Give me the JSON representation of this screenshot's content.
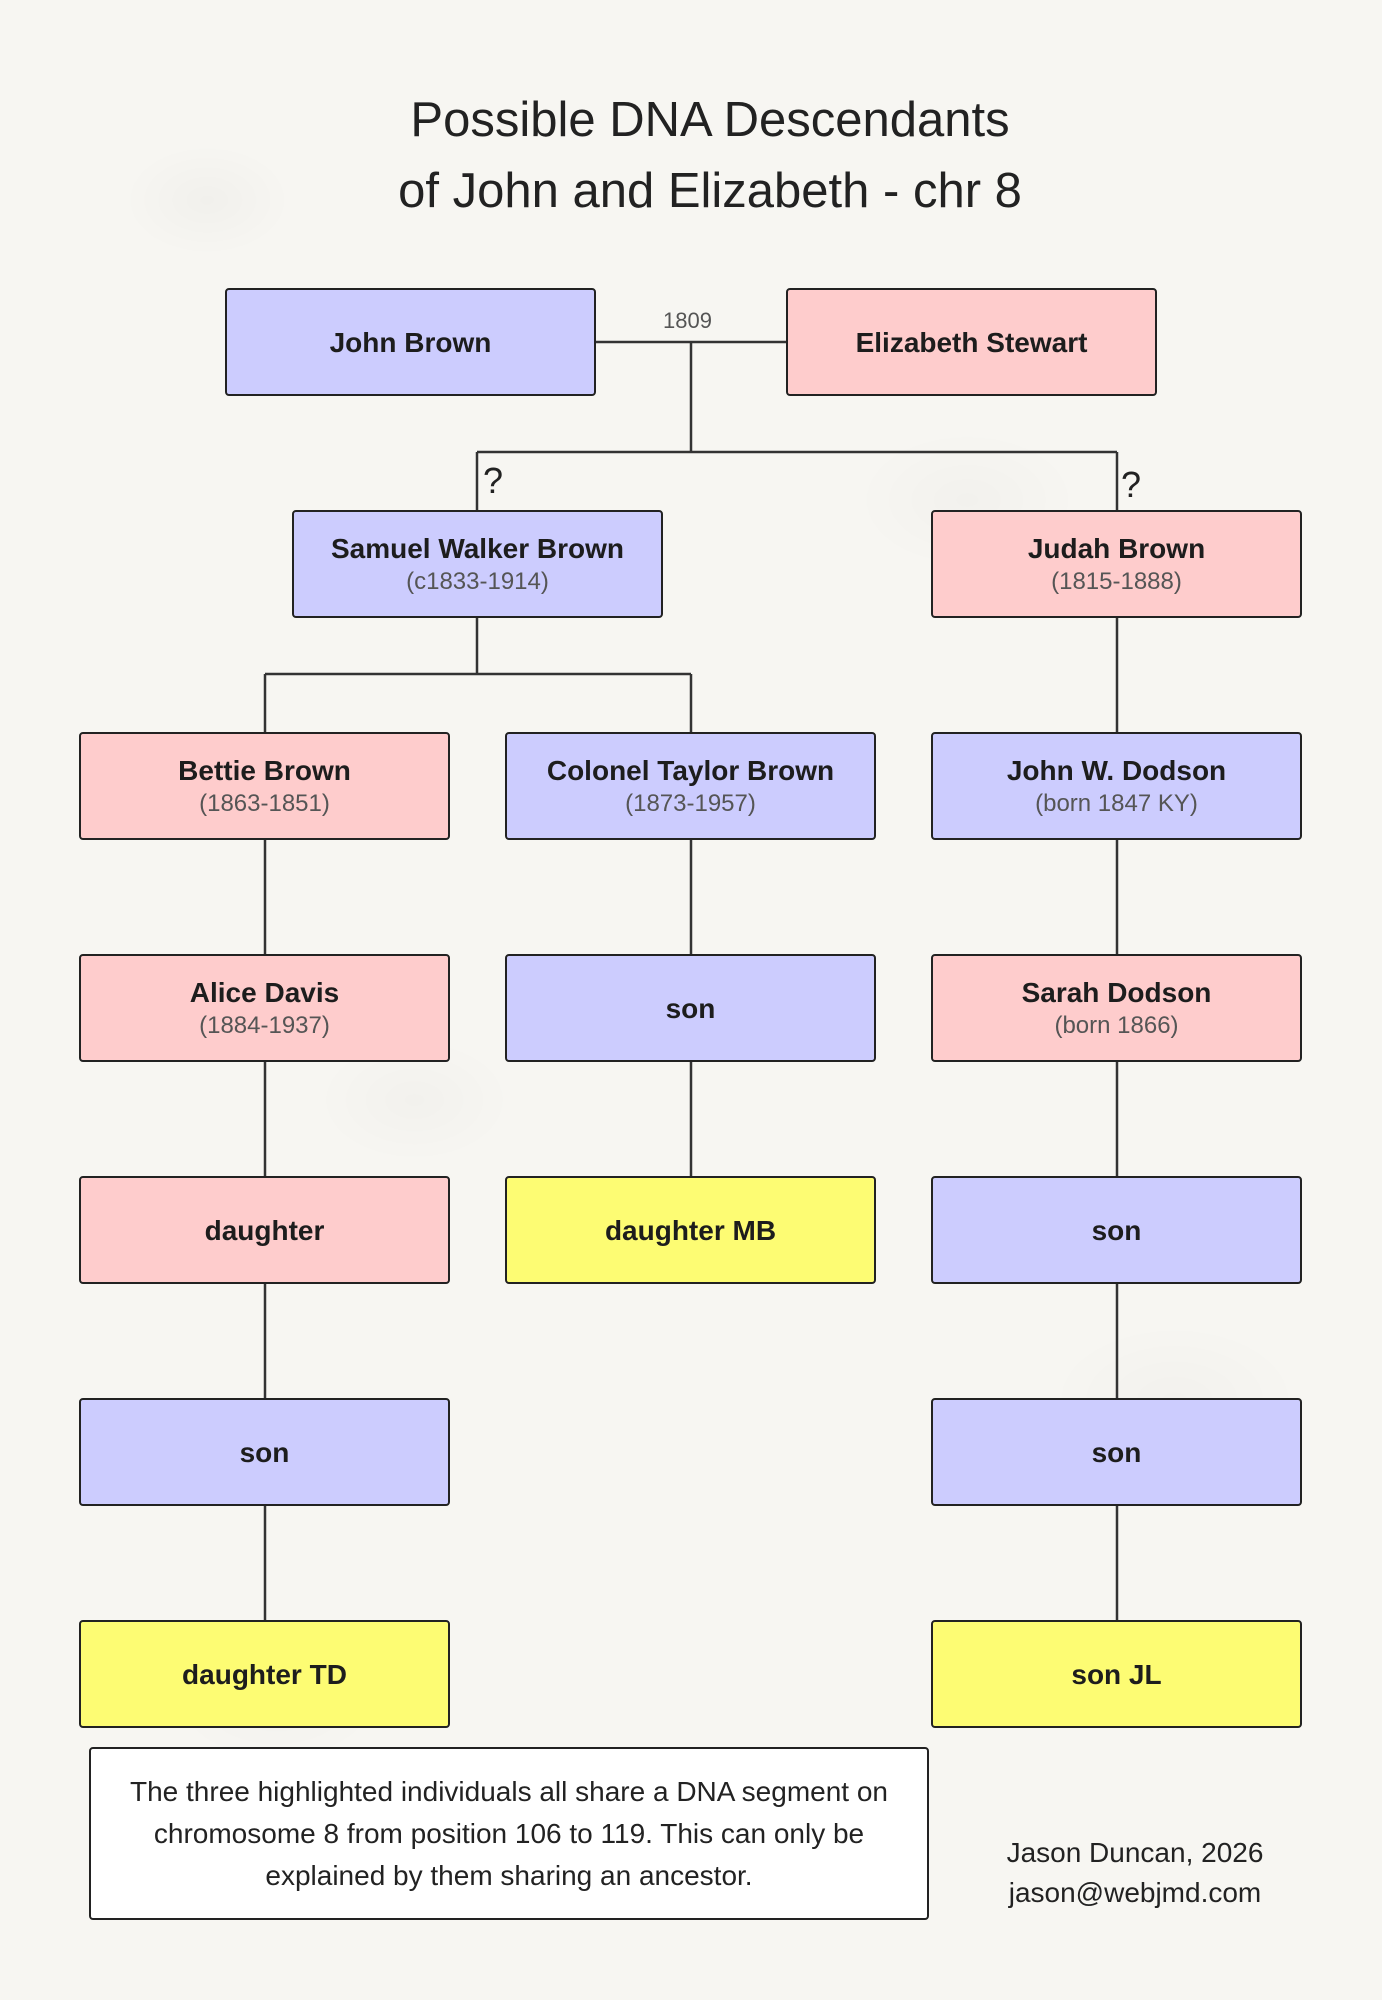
{
  "title": {
    "line1": "Possible DNA Descendants",
    "line2": "of John and Elizabeth - chr 8"
  },
  "colors": {
    "male": "#ccccfe",
    "female": "#fecccc",
    "highlight": "#fdfc73",
    "line": "#333333"
  },
  "marriage_year": "1809",
  "uncertain_mark": "?",
  "people": {
    "john_brown": {
      "name": "John Brown",
      "dates": ""
    },
    "elizabeth_stewart": {
      "name": "Elizabeth Stewart",
      "dates": ""
    },
    "samuel_walker_brown": {
      "name": "Samuel Walker Brown",
      "dates": "(c1833-1914)"
    },
    "judah_brown": {
      "name": "Judah Brown",
      "dates": "(1815-1888)"
    },
    "bettie_brown": {
      "name": "Bettie Brown",
      "dates": "(1863-1851)"
    },
    "colonel_taylor_brown": {
      "name": "Colonel Taylor Brown",
      "dates": "(1873-1957)"
    },
    "john_w_dodson": {
      "name": "John W. Dodson",
      "dates": "(born 1847 KY)"
    },
    "alice_davis": {
      "name": "Alice Davis",
      "dates": "(1884-1937)"
    },
    "son_taylor": {
      "name": "son",
      "dates": ""
    },
    "sarah_dodson": {
      "name": "Sarah Dodson",
      "dates": "(born 1866)"
    },
    "daughter_alice": {
      "name": "daughter",
      "dates": ""
    },
    "daughter_mb": {
      "name": "daughter MB",
      "dates": ""
    },
    "son_sarah": {
      "name": "son",
      "dates": ""
    },
    "son_daughter": {
      "name": "son",
      "dates": ""
    },
    "son_son_sarah": {
      "name": "son",
      "dates": ""
    },
    "daughter_td": {
      "name": "daughter TD",
      "dates": ""
    },
    "son_jl": {
      "name": "son JL",
      "dates": ""
    }
  },
  "note": "The three highlighted individuals all share a DNA segment on chromosome 8 from position 106 to 119. This can only be explained by them sharing an ancestor.",
  "credit": {
    "author": "Jason Duncan, 2026",
    "email": "jason@webjmd.com"
  }
}
